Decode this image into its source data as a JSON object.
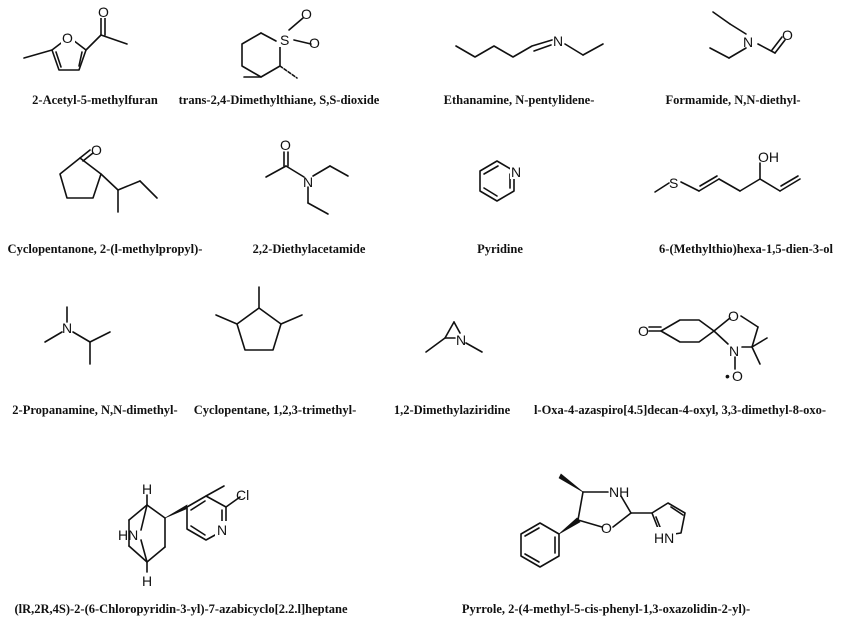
{
  "compounds": [
    {
      "name": "2-Acetyl-5-methylfuran"
    },
    {
      "name": "trans-2,4-Dimethylthiane, S,S-dioxide"
    },
    {
      "name": "Ethanamine, N-pentylidene-"
    },
    {
      "name": "Formamide, N,N-diethyl-"
    },
    {
      "name": "Cyclopentanone, 2-(l-methylpropyl)-"
    },
    {
      "name": "2,2-Diethylacetamide"
    },
    {
      "name": "Pyridine"
    },
    {
      "name": "6-(Methylthio)hexa-1,5-dien-3-ol"
    },
    {
      "name": "2-Propanamine, N,N-dimethyl-"
    },
    {
      "name": "Cyclopentane, 1,2,3-trimethyl-"
    },
    {
      "name": "1,2-Dimethylaziridine"
    },
    {
      "name": "l-Oxa-4-azaspiro[4.5]decan-4-oxyl, 3,3-dimethyl-8-oxo-"
    },
    {
      "name": "(lR,2R,4S)-2-(6-Chloropyridin-3-yl)-7-azabicyclo[2.2.l]heptane"
    },
    {
      "name": "Pyrrole, 2-(4-methyl-5-cis-phenyl-1,3-oxazolidin-2-yl)-"
    }
  ],
  "atom_labels": {
    "O": "O",
    "S": "S",
    "N": "N",
    "OH": "OH",
    "Cl": "Cl",
    "H": "H",
    "HN": "HN",
    "NH": "NH",
    "radical": "•"
  }
}
